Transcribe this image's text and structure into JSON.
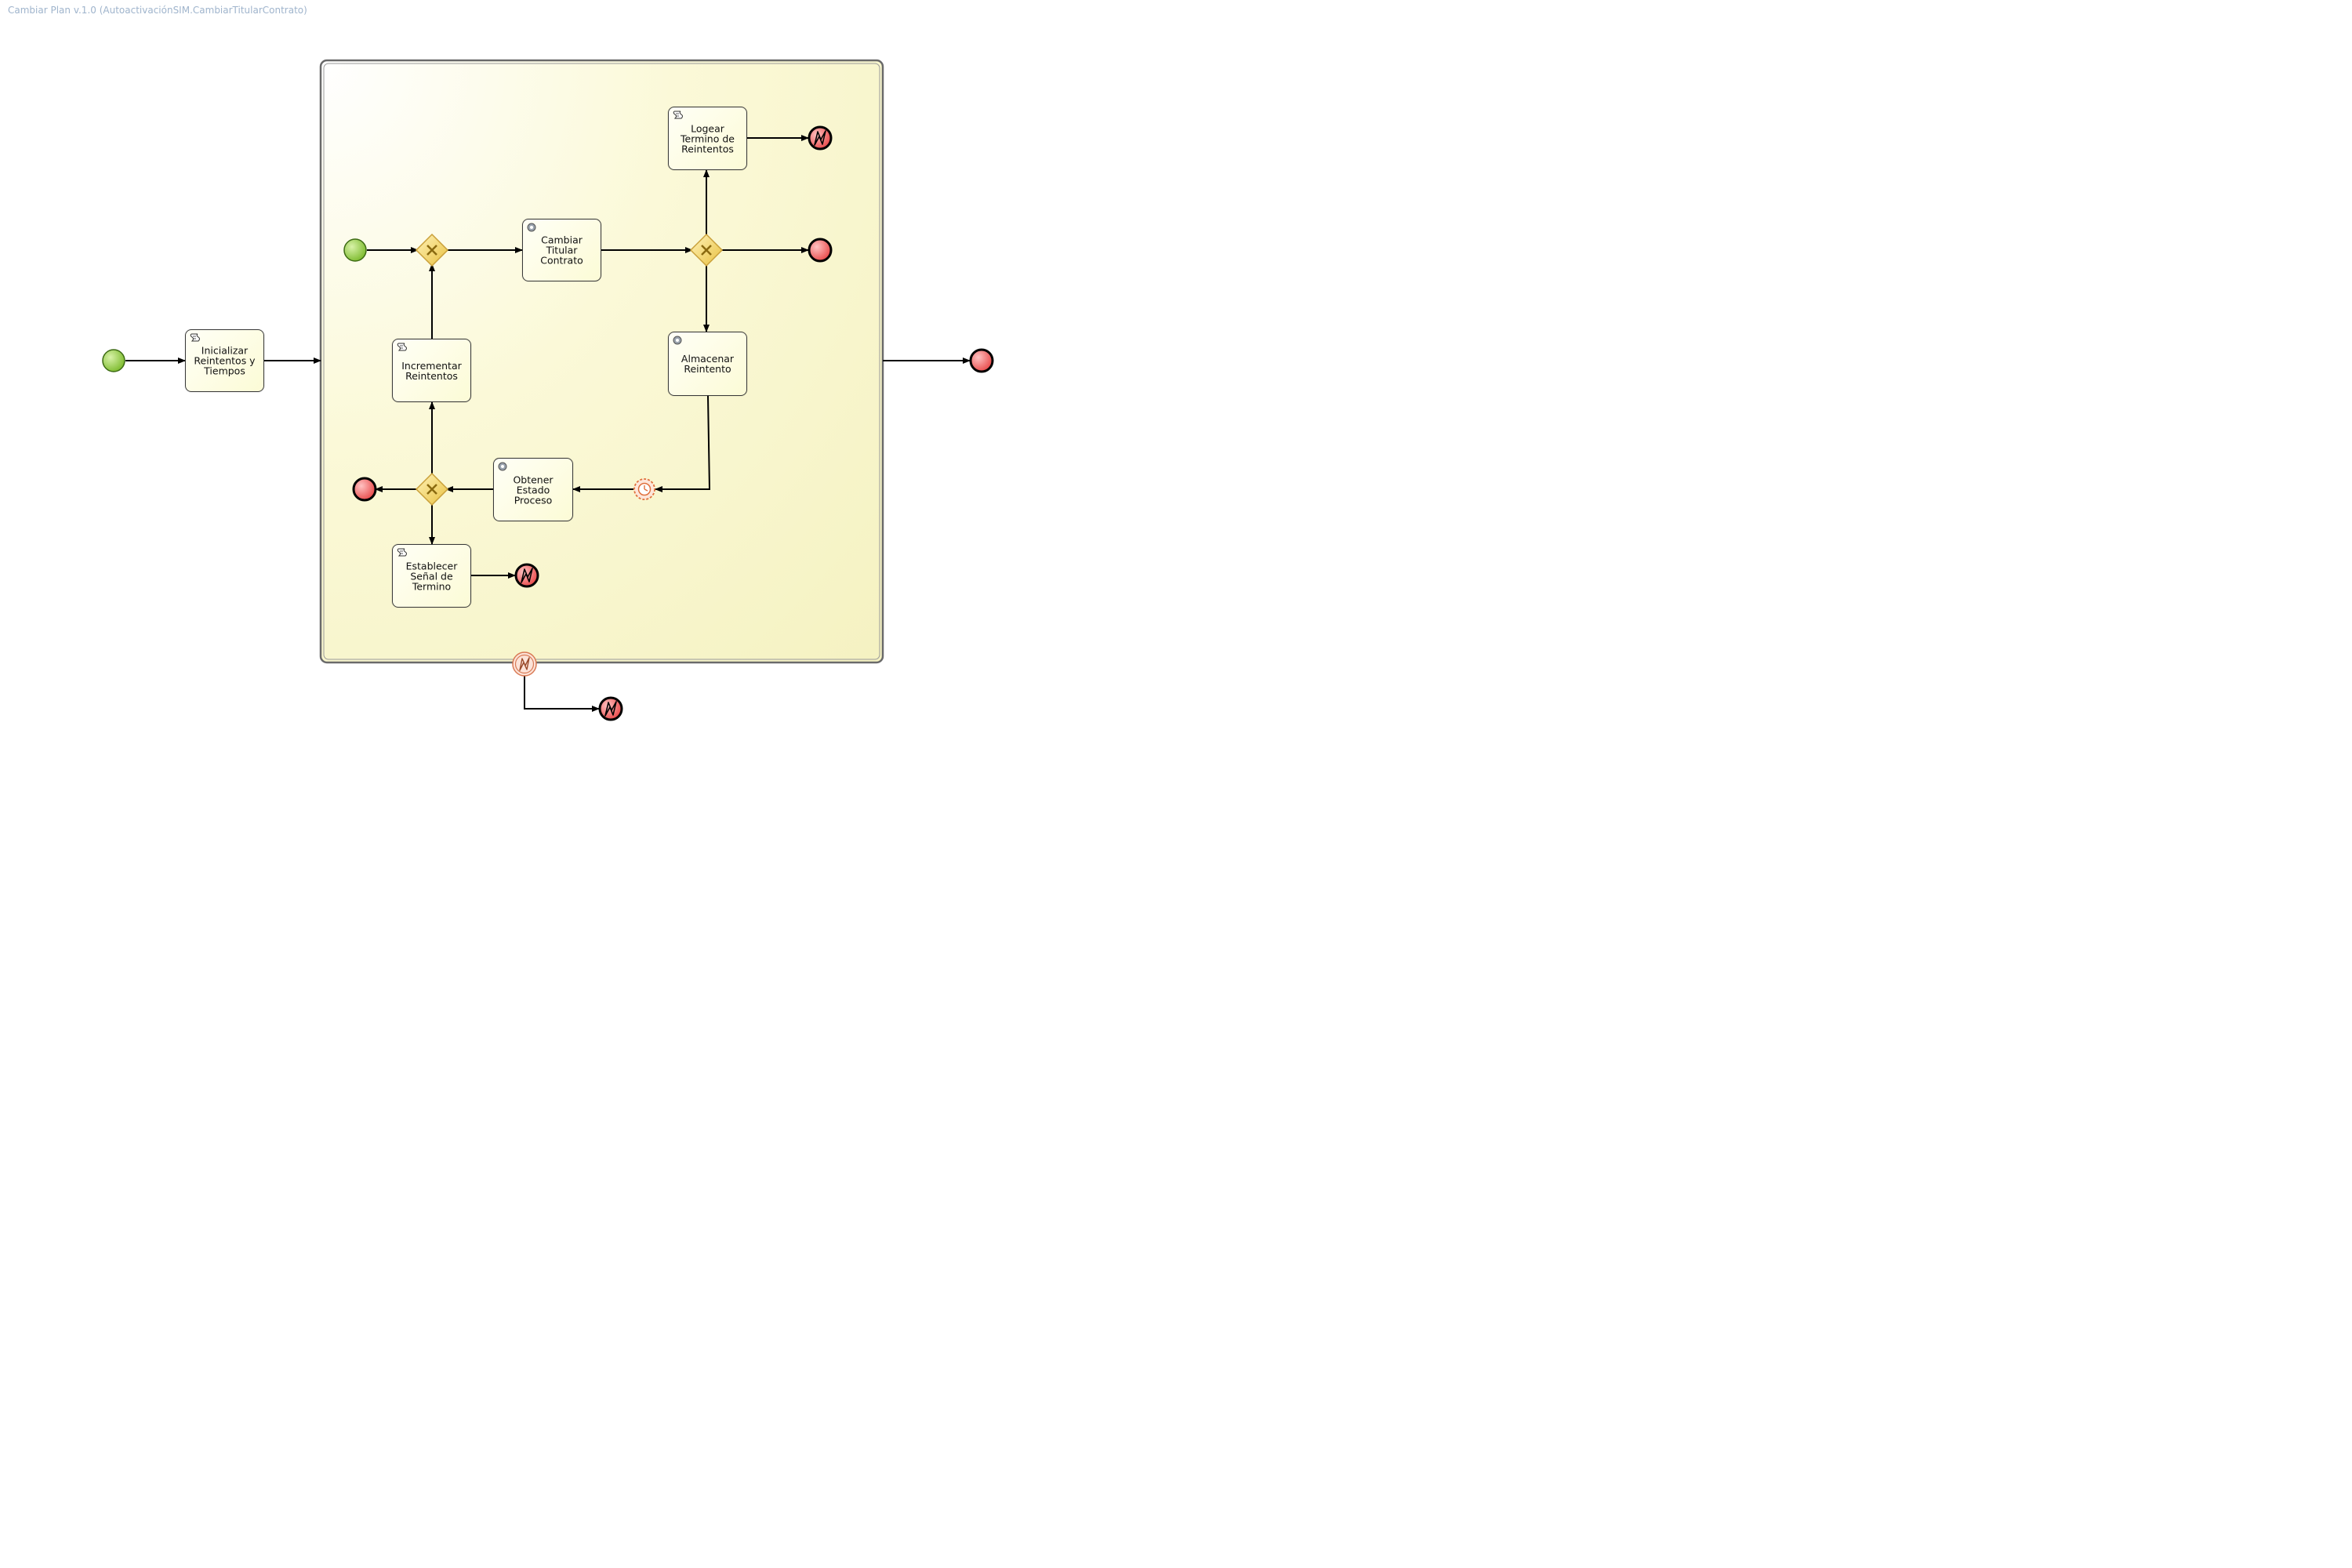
{
  "title": "Cambiar Plan v.1.0 (AutoactivaciónSIM.CambiarTitularContrato)",
  "colors": {
    "start_event": "#8cc63f",
    "end_event": "#ee5555",
    "gateway": "#f5d86a",
    "task_fill": "#fcfbd6",
    "subprocess_fill": "#fbf9cf",
    "timer": "#e0703c",
    "line": "#000000"
  },
  "tasks": {
    "inicializar": {
      "label": "Inicializar\nReintentos y\nTiempos",
      "icon": "script-icon"
    },
    "cambiar_titular": {
      "label": "Cambiar Titular\nContrato",
      "icon": "service-icon"
    },
    "logear": {
      "label": "Logear\nTermino de\nReintentos",
      "icon": "script-icon"
    },
    "incrementar": {
      "label": "Incrementar\nReintentos",
      "icon": "script-icon"
    },
    "almacenar": {
      "label": "Almacenar\nReintento",
      "icon": "service-icon"
    },
    "obtener": {
      "label": "Obtener\nEstado Proceso",
      "icon": "service-icon"
    },
    "establecer": {
      "label": "Establecer\nSeñal de\nTermino",
      "icon": "script-icon"
    }
  }
}
